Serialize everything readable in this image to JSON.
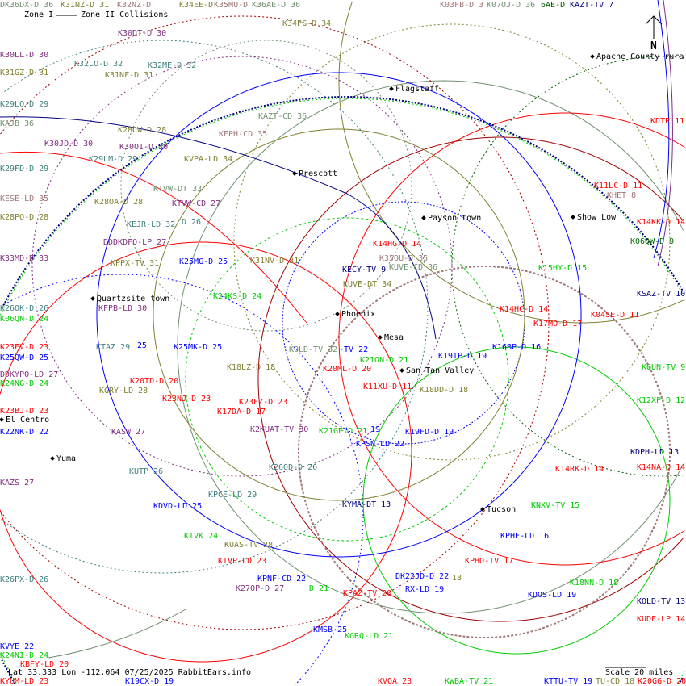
{
  "legend": {
    "zone1": "Zone I",
    "zone2": "Zone II Collisions"
  },
  "north_label": "N",
  "footer": {
    "coords": "Lat 33.333 Lon -112.064 07/25/2025 RabbitEars.info",
    "scale": "Scale 20 miles"
  },
  "cities": [
    "Flagstaff",
    "Apache County rura",
    "Prescott",
    "Payson town",
    "Show Low",
    "Quartzsite town",
    "Phoenix",
    "Mesa",
    "San Tan Valley",
    "El Centro",
    "Yuma",
    "Tucson"
  ],
  "colors": {
    "red": "#ff0000",
    "darkred": "#a00000",
    "blue": "#0000ff",
    "navy": "#000080",
    "green": "#00cc00",
    "darkgreen": "#006000",
    "olive": "#808030",
    "teal": "#408080",
    "purple": "#803080",
    "rose": "#a07878",
    "gray": "#709070"
  },
  "stations": [
    "DK36DX-D 36",
    "K31NZ-D 31",
    "K32NZ-D",
    "K34EE-D",
    "K35MU-D",
    "K36AE-D 36",
    "K34PG-D 34",
    "K30DT-D 30",
    "K30LL-D 30",
    "K32LO-D 32",
    "K32ME-D 32",
    "K31GZ-D 31",
    "K31NF-D 31",
    "K29LO-D 29",
    "KAJB 36",
    "KAZT-CD 36",
    "K28CW-D 28",
    "KFPH-CD 35",
    "K30JD-D 30",
    "K30OI-D 30",
    "K29FD-D 29",
    "K29LM-D 29",
    "KVPA-LD 34",
    "KTVW-DT 33",
    "KESE-LD 35",
    "KTVW-CD 27",
    "K28OA-D 28",
    "K28PO-D 28",
    "KEJR-LD 32",
    "D 26",
    "DDDKDFQ-LP 27",
    "K33MD-D 33",
    "KPPX-TV 31",
    "K25MG-D 25",
    "K31NV-D 31",
    "K26OK-D 26",
    "K06QN-D 24",
    "KFPB-LD 30",
    "K24KS-D 24",
    "KTAZ 29",
    "25",
    "K25MK-D 25",
    "K23FV-D 23",
    "K25QW-D 25",
    "KOLD-TV 32",
    "-TV 22",
    "K18LZ-D 18",
    "DDKYPO-LD 27",
    "K24NG-D 24",
    "K20ML-D 20",
    "K21ON-D 21",
    "K19IP-D 19",
    "K20TD-D 20",
    "KGRY-LD 28",
    "K23NJ-D 23",
    "K11XU-D 11",
    "K18DD-D 18",
    "K23FZ-D 23",
    "K17DA-D 17",
    "K23BJ-D 23",
    "KASW 27",
    "K2KUAT-TV 30",
    "K21GE-D 21",
    "19",
    "K19FD-D 19",
    "K22NK-D 22",
    "KPSN-LD 22",
    "KUTP 26",
    "K26OD-D 26",
    "KAZS 27",
    "KDVD-LD 25",
    "KPCE-LD 29",
    "KYMA-DT 13",
    "KTVK 24",
    "KUAS-TV 28",
    "KTVP-LD 23",
    "K26PX-D 26",
    "KPNF-CD 22",
    "K27OP-D 27",
    "D 21",
    "KPAZ-TV 20",
    "RX-LD 19",
    "DK22JD-D 22",
    "18",
    "KMSB 25",
    "KGRQ-LD 21",
    "KVYE 22",
    "K24NI-D 24",
    "KBFY-LD 20",
    "KYUM-LD 23",
    "K19CX-D 19",
    "KVOA 23",
    "KWBA-TV 21",
    "KTTU-TV 19",
    "TU-CD 18",
    "K20GG-D 20",
    "K03FB-D 3",
    "K07OJ-D 36",
    "6AE-D",
    "KAZT-TV 7",
    "KDTP 11",
    "K11LC-D 11",
    "KHET 8",
    "K14KK-D 14",
    "K06QW-D 9",
    "K14HG-D 14",
    "K35OU-D 35",
    "KUVE-CD 36",
    "KECY-TV 9",
    "KUVE-DT 34",
    "K15HY-D 15",
    "KSAZ-TV 10",
    "K14HC-D 14",
    "K04SE-D 11",
    "K17MO-D 17",
    "K16BP-D 16",
    "KGUN-TV 9",
    "K12XP-D 12",
    "KDPH-LD 13",
    "K14RK-D 14",
    "K14NA-D 14",
    "KNXV-TV 15",
    "KPHE-LD 16",
    "KPHO-TV 17",
    "K18NN-D 18",
    "KDOS-LD 19",
    "KOLD-TV 13",
    "KUDF-LP 14"
  ]
}
